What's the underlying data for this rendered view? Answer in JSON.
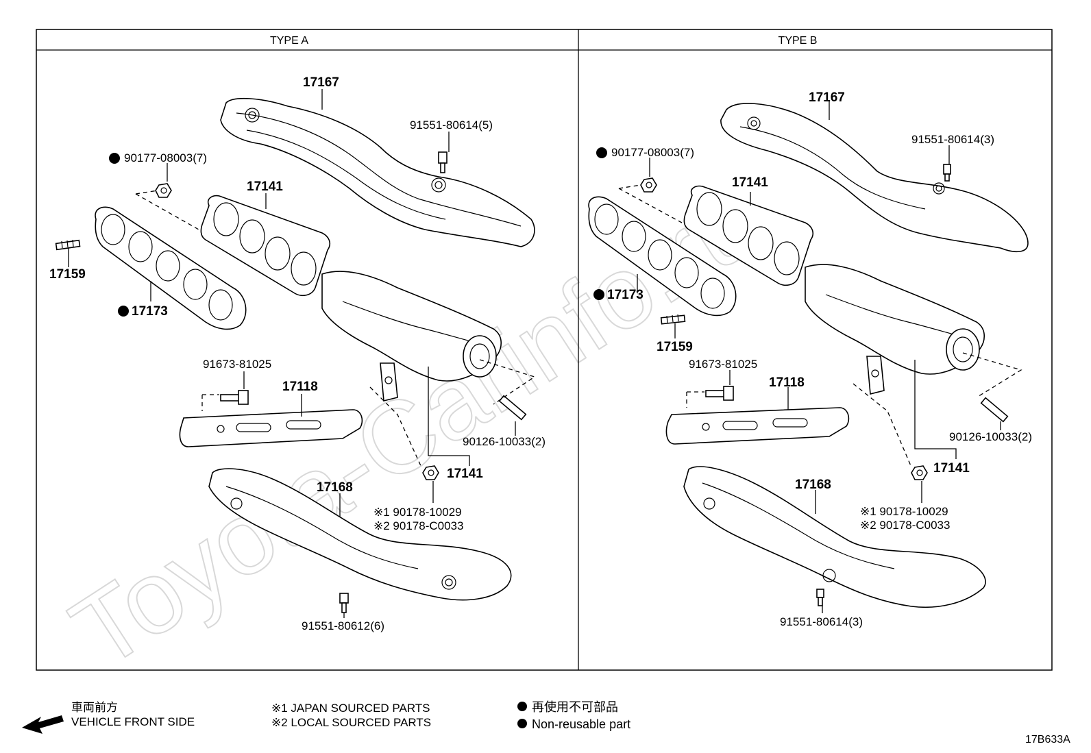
{
  "panels": {
    "type_a_title": "TYPE A",
    "type_b_title": "TYPE B"
  },
  "type_a": {
    "heat_insulator_upper": "17167",
    "bolt_upper": "91551-80614(5)",
    "nut_gasket": "90177-08003(7)",
    "manifold": "17141",
    "stud": "17159",
    "gasket": "17173",
    "bolt_stay": "91673-81025",
    "stay": "17118",
    "stud_cat": "90126-10033(2)",
    "manifold_assy": "17141",
    "heat_insulator_lower": "17168",
    "nut_1": "※1 90178-10029",
    "nut_2": "※2 90178-C0033",
    "bolt_lower": "91551-80612(6)"
  },
  "type_b": {
    "heat_insulator_upper": "17167",
    "bolt_upper": "91551-80614(3)",
    "nut_gasket": "90177-08003(7)",
    "manifold": "17141",
    "gasket": "17173",
    "stud": "17159",
    "bolt_stay": "91673-81025",
    "stay": "17118",
    "stud_cat": "90126-10033(2)",
    "manifold_assy": "17141",
    "heat_insulator_lower": "17168",
    "nut_1": "※1 90178-10029",
    "nut_2": "※2 90178-C0033",
    "bolt_lower": "91551-80614(3)"
  },
  "watermark": "Toyota-Carinfo.ru",
  "legend": {
    "front_jp": "車両前方",
    "front_en": "VEHICLE FRONT SIDE",
    "note1": "※1  JAPAN SOURCED PARTS",
    "note2": "※2  LOCAL SOURCED PARTS",
    "nonreuse_jp": "再使用不可部品",
    "nonreuse_en": "Non-reusable part"
  },
  "figure_code": "17B633A",
  "icons": {
    "front_arrow": "arrow-left-icon",
    "non_reusable_marker": "filled-circle-icon"
  },
  "colors": {
    "line": "#000000",
    "background": "#ffffff",
    "watermark": "#d8d8d8"
  }
}
